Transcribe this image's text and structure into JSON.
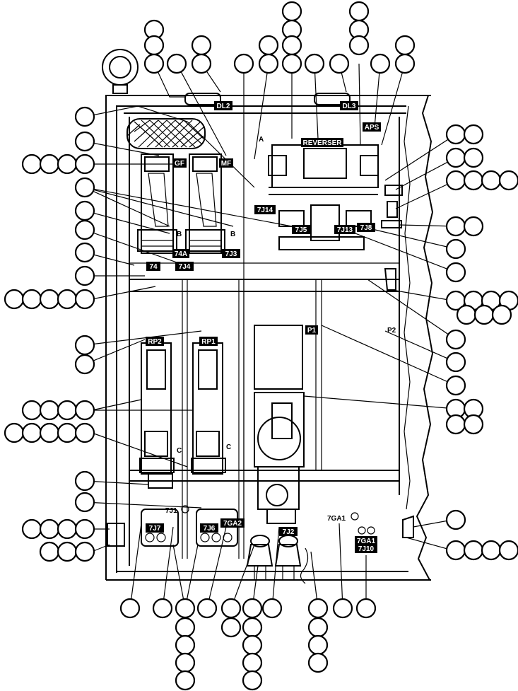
{
  "labels": {
    "dl2": "DL2",
    "dl3": "DL3",
    "aps": "APS",
    "reverser": "REVERSER",
    "gf": "GF",
    "mf": "MF",
    "j14": "7J14",
    "j5": "7J5",
    "j13": "7J13",
    "j8": "7J8",
    "j4a": "74A",
    "j3": "7J3",
    "j74": "74",
    "j4": "7J4",
    "rp2": "RP2",
    "rp1": "RP1",
    "p1": "P1",
    "p2": "P2",
    "j1": "7J1",
    "j7": "7J7",
    "j6": "7J6",
    "ga2": "7GA2",
    "j2": "7J2",
    "ga1": "7GA1",
    "ga1b": "7GA1",
    "j10": "7J10",
    "a": "A",
    "b1": "B",
    "b2": "B",
    "c1": "C",
    "c2": "C"
  }
}
